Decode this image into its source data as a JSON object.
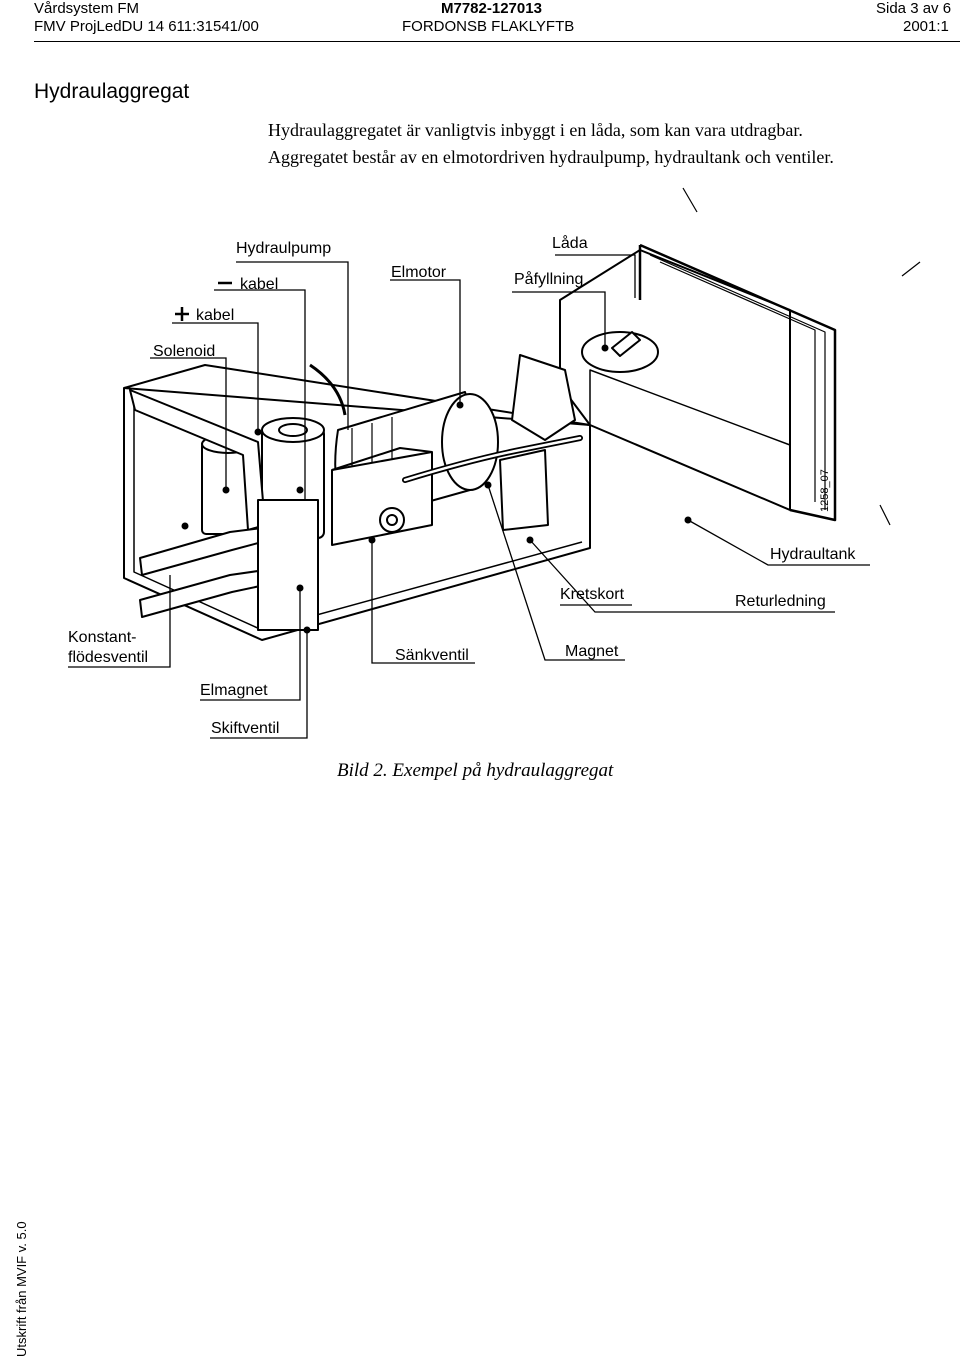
{
  "header": {
    "left_top": "Vårdsystem FM",
    "left_bottom": "FMV ProjLedDU 14 611:31541/00",
    "center_top": "M7782-127013",
    "center_bottom": "FORDONSB FLAKLYFTB",
    "right_top": "Sida 3 av 6",
    "right_bottom": "2001:1"
  },
  "section": {
    "title": "Hydraulaggregat",
    "line1": "Hydraulaggregatet är vanligtvis inbyggt i en låda, som kan vara utdragbar.",
    "line2": "Aggregatet består av en elmotordriven hydraulpump, hydraultank och ventiler."
  },
  "diagram": {
    "labels": {
      "hydraulpump": "Hydraulpump",
      "minus_kabel": "kabel",
      "plus_kabel": "kabel",
      "solenoid": "Solenoid",
      "elmotor": "Elmotor",
      "lada": "Låda",
      "pafyllning": "Påfyllning",
      "hydraultank": "Hydraultank",
      "kretskort": "Kretskort",
      "returledning": "Returledning",
      "konstant1": "Konstant-",
      "konstant2": "flödesventil",
      "sankventil": "Sänkventil",
      "magnet": "Magnet",
      "elmagnet": "Elmagnet",
      "skiftventil": "Skiftventil",
      "code": "1258_07"
    }
  },
  "caption": "Bild 2. Exempel på hydraulaggregat",
  "footer": {
    "side_text": "Utskrift från MVIF v. 5.0"
  }
}
